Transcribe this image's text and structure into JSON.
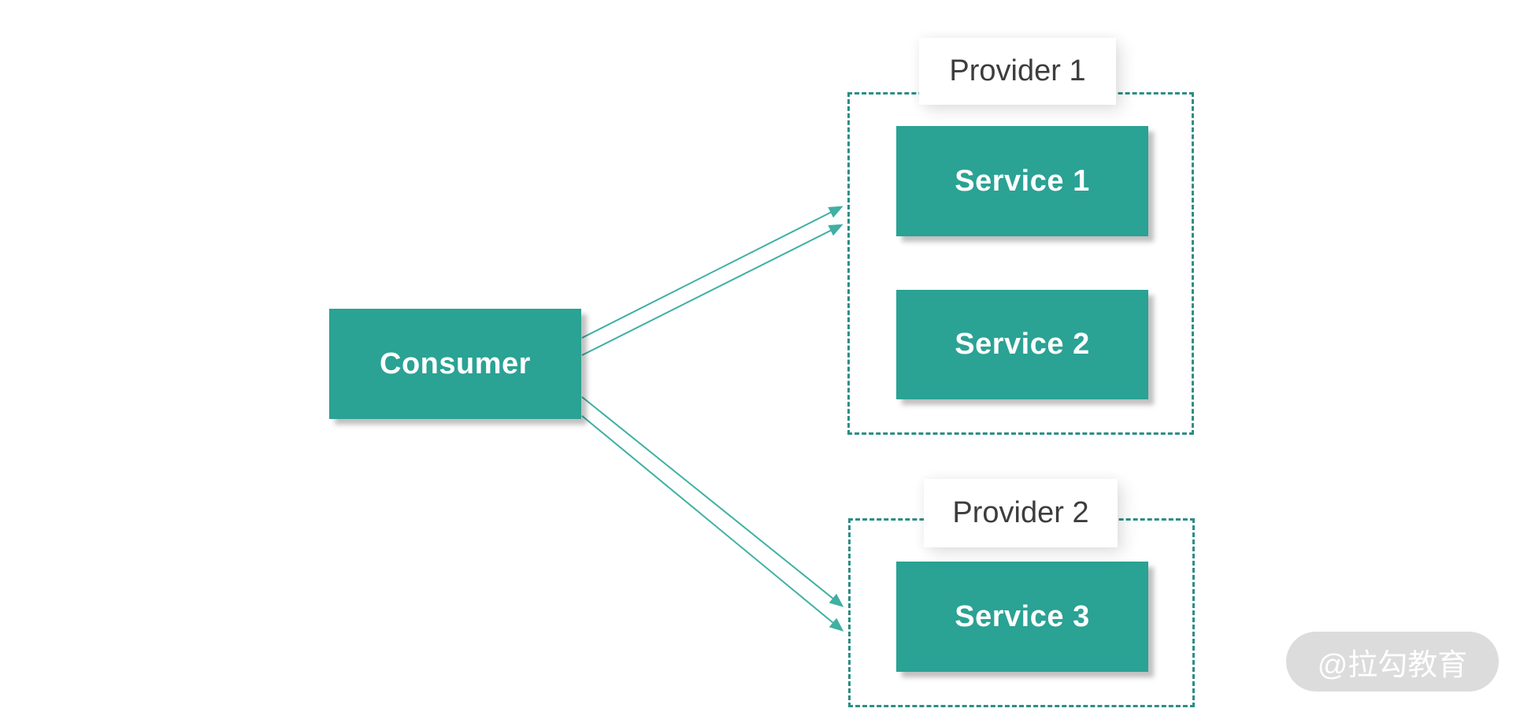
{
  "colors": {
    "node_fill": "#2aa294",
    "node_text": "#ffffff",
    "dash_color": "#2d8e86",
    "arrow_color": "#3fb0a3",
    "provider_text": "#3d3d3d",
    "watermark_bg": "#dcdcdc",
    "watermark_text": "#ffffff",
    "bg": "#ffffff"
  },
  "diagram": {
    "consumer": {
      "label": "Consumer"
    },
    "providers": [
      {
        "label": "Provider 1",
        "services": [
          {
            "label": "Service 1"
          },
          {
            "label": "Service 2"
          }
        ]
      },
      {
        "label": "Provider 2",
        "services": [
          {
            "label": "Service 3"
          }
        ]
      }
    ],
    "connections": [
      {
        "from": "Consumer",
        "to": "Provider 1",
        "arrows": 2
      },
      {
        "from": "Consumer",
        "to": "Provider 2",
        "arrows": 2
      }
    ]
  },
  "watermark": {
    "label": "@拉勾教育"
  }
}
